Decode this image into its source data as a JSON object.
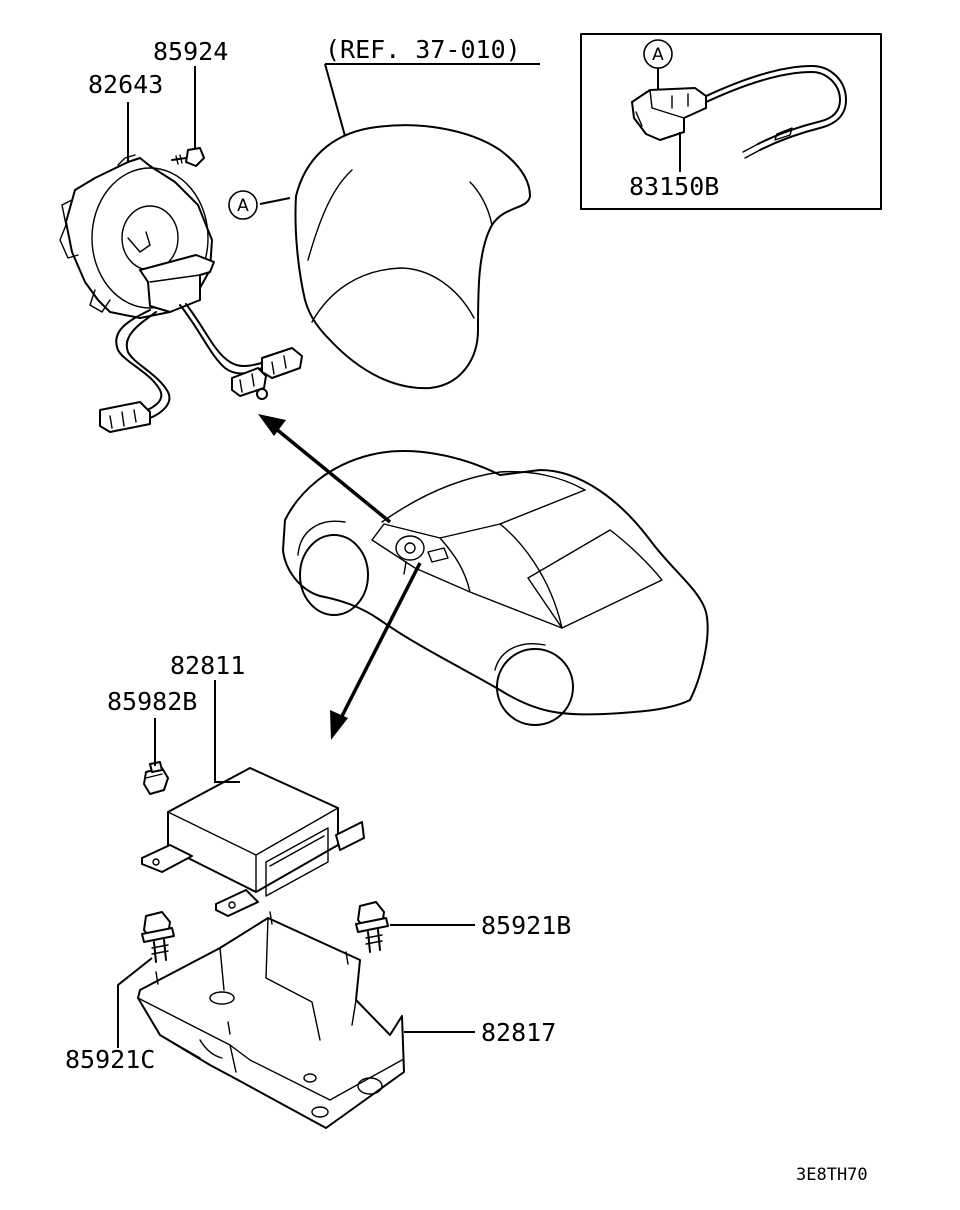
{
  "labels": {
    "p85924": "85924",
    "p82643": "82643",
    "ref": "(REF. 37-010)",
    "callout_a": "A",
    "inset_callout_a": "A",
    "p83150b": "83150B",
    "p82811": "82811",
    "p85982b": "85982B",
    "p85921b": "85921B",
    "p82817": "82817",
    "p85921c": "85921C",
    "diagram_code": "3E8TH70"
  }
}
